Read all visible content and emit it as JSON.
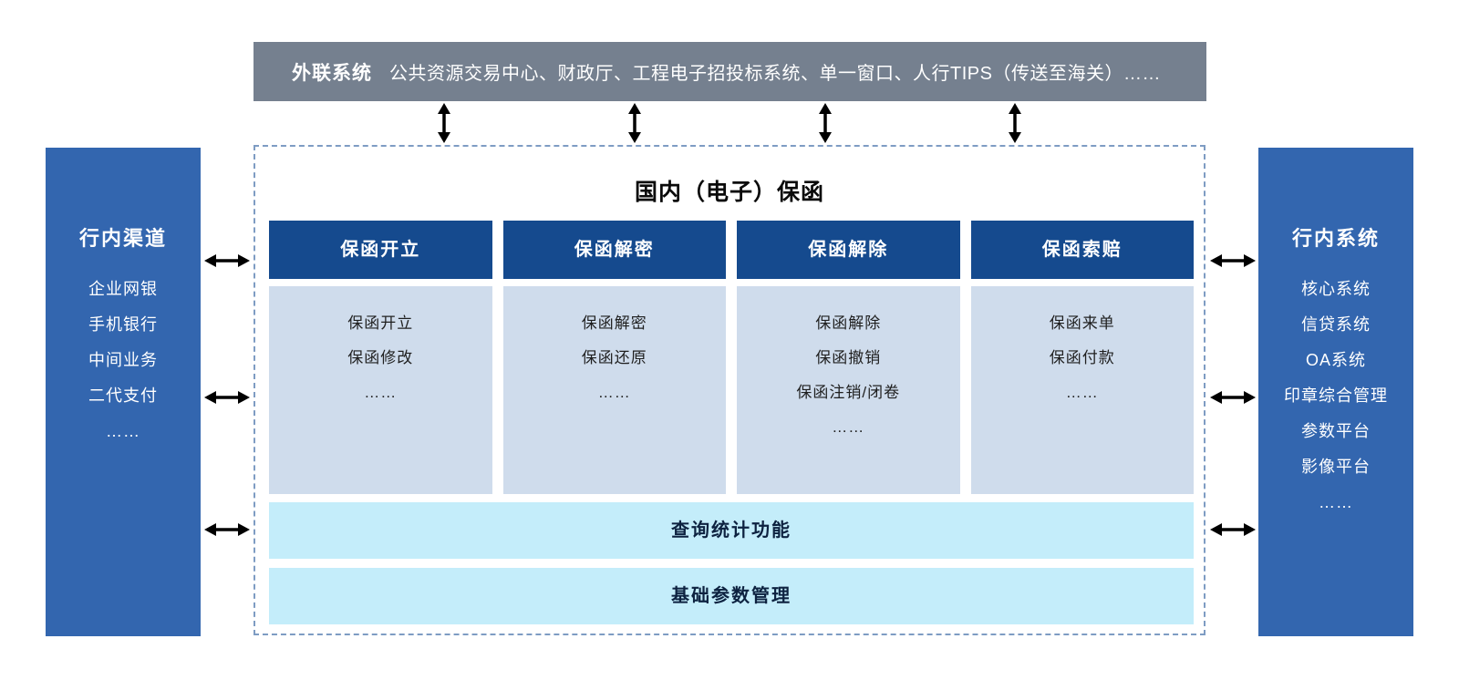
{
  "diagram_title": "国内（电子）保函",
  "top_bar": {
    "label": "外联系统",
    "text": "公共资源交易中心、财政厅、工程电子招投标系统、单一窗口、人行TIPS（传送至海关）……"
  },
  "left_panel": {
    "title": "行内渠道",
    "items": [
      "企业网银",
      "手机银行",
      "中间业务",
      "二代支付",
      "……"
    ]
  },
  "right_panel": {
    "title": "行内系统",
    "items": [
      "核心系统",
      "信贷系统",
      "OA系统",
      "印章综合管理",
      "参数平台",
      "影像平台",
      "……"
    ]
  },
  "main_box": {
    "title": "国内（电子）保函",
    "columns": [
      {
        "header": "保函开立",
        "items": [
          "保函开立",
          "保函修改",
          "……"
        ]
      },
      {
        "header": "保函解密",
        "items": [
          "保函解密",
          "保函还原",
          "……"
        ]
      },
      {
        "header": "保函解除",
        "items": [
          "保函解除",
          "保函撤销",
          "保函注销/闭卷",
          "……"
        ]
      },
      {
        "header": "保函索赔",
        "items": [
          "保函来单",
          "保函付款",
          "……"
        ]
      }
    ],
    "bottom_bars": [
      "查询统计功能",
      "基础参数管理"
    ]
  },
  "colors": {
    "top_bar_bg": "#75808F",
    "side_panel_bg": "#3366AF",
    "module_header_bg": "#154A8E",
    "module_body_bg": "#CFDCEC",
    "bottom_bar_bg": "#C4EDFA",
    "dashed_border": "#7E9CC3",
    "arrow": "#000000"
  }
}
